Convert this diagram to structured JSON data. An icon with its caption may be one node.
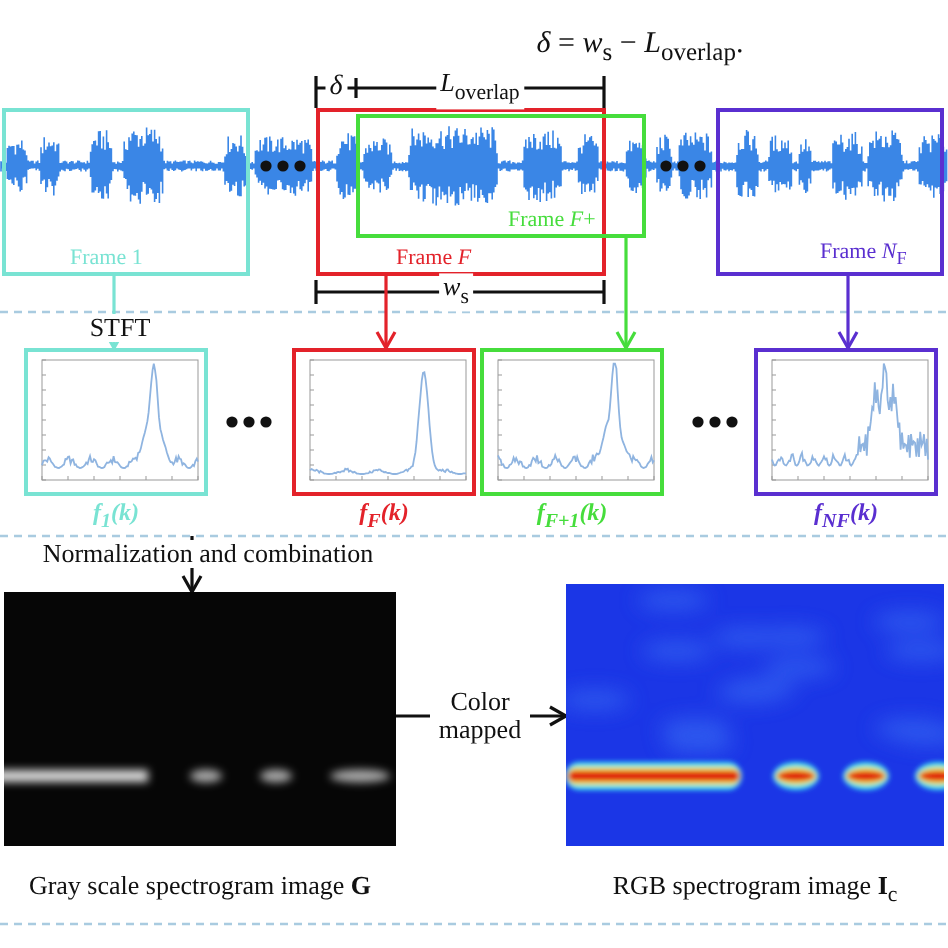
{
  "diagram": {
    "nodes": [
      {
        "text": [
          "Frame 1"
        ]
      },
      {
        "text": [
          "Frame *F*"
        ]
      },
      {
        "text": [
          "Frame *F*+"
        ]
      },
      {
        "text": [
          "Frame *N*$_{F}$"
        ]
      },
      {
        "text": [],
        "shape": "picture",
        "beside": [
          "f$_{1}$(k)"
        ]
      },
      {
        "text": [],
        "shape": "picture",
        "beside": [
          "f$_{F}$(k)"
        ]
      },
      {
        "text": [],
        "shape": "picture",
        "beside": [
          "f$_{F+1}$(k)"
        ]
      },
      {
        "text": [],
        "shape": "picture",
        "beside": [
          "f$_{NF}$(k)"
        ]
      },
      {
        "text": [],
        "shape": "picture",
        "beside": [
          "Gray scale spectrogram image **G**"
        ]
      },
      {
        "text": [],
        "shape": "picture",
        "beside": [
          "RGB spectrogram image **I**$_{c}$"
        ]
      }
    ],
    "edges": [
      {
        "from": 0,
        "to": 4,
        "arrow": "to",
        "label": "STFT",
        "color": "#79e3d3"
      },
      {
        "from": 1,
        "to": 5,
        "arrow": "to",
        "color": "#e3222a"
      },
      {
        "from": 2,
        "to": 6,
        "arrow": "to",
        "color": "#46dd3c"
      },
      {
        "from": 3,
        "to": 7,
        "arrow": "to",
        "color": "#5a2fd0"
      },
      {
        "from": null,
        "to": 8,
        "arrow": "to",
        "label": "Normalization and combination"
      },
      {
        "from": 8,
        "to": 9,
        "arrow": "to",
        "label": "Color mapped"
      }
    ],
    "labels": [
      "*δ* = *w*$_{s}$ − *L*$_{overlap}$.",
      "*δ*",
      "*L*$_{overlap}$",
      "*w*$_{s}$"
    ]
  }
}
